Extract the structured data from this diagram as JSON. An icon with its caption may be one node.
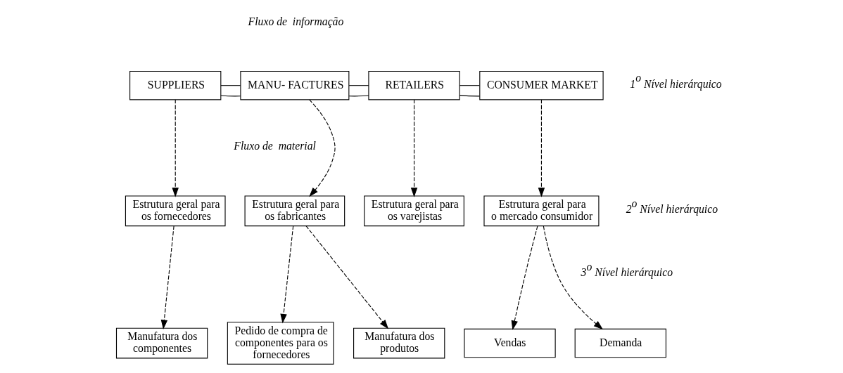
{
  "diagram": {
    "nodes": [
      {
        "text": [
          "SUPPLIERS"
        ]
      },
      {
        "text": [
          "MANU- FACTURES"
        ]
      },
      {
        "text": [
          "RETAILERS"
        ]
      },
      {
        "text": [
          "CONSUMER MARKET"
        ]
      },
      {
        "text": [
          "Estrutura geral para os fornecedores"
        ]
      },
      {
        "text": [
          "Estrutura geral para os fabricantes"
        ]
      },
      {
        "text": [
          "Estrutura geral para os varejistas"
        ]
      },
      {
        "text": [
          "Estrutura geral para o mercado consumidor"
        ]
      },
      {
        "text": [
          "Manufatura dos componentes"
        ]
      },
      {
        "text": [
          "Pedido de compra de componentes para os fornecedores"
        ]
      },
      {
        "text": [
          "Manufatura dos produtos"
        ]
      },
      {
        "text": [
          "Vendas"
        ]
      },
      {
        "text": [
          "Demanda"
        ]
      }
    ],
    "edges": [
      {
        "from": 0,
        "to": 1,
        "arrow": "none"
      },
      {
        "from": 0,
        "to": 1,
        "arrow": "none"
      },
      {
        "from": 1,
        "to": 2,
        "arrow": "none"
      },
      {
        "from": 1,
        "to": 2,
        "arrow": "none"
      },
      {
        "from": 2,
        "to": 3,
        "arrow": "none"
      },
      {
        "from": 2,
        "to": 3,
        "arrow": "none"
      },
      {
        "from": 0,
        "to": 4,
        "arrow": "to",
        "style": "dashed"
      },
      {
        "from": 1,
        "to": 5,
        "arrow": "to",
        "style": "dashed"
      },
      {
        "from": 2,
        "to": 6,
        "arrow": "to",
        "style": "dashed"
      },
      {
        "from": 3,
        "to": 7,
        "arrow": "to",
        "style": "dashed"
      },
      {
        "from": 4,
        "to": 8,
        "arrow": "to",
        "style": "dashed"
      },
      {
        "from": 5,
        "to": 9,
        "arrow": "to",
        "style": "dashed"
      },
      {
        "from": 5,
        "to": 10,
        "arrow": "to",
        "style": "dashed"
      },
      {
        "from": 7,
        "to": 11,
        "arrow": "to",
        "style": "dashed"
      },
      {
        "from": 7,
        "to": 12,
        "arrow": "to",
        "style": "dashed"
      }
    ],
    "labels": [
      "Fluxo de  informação",
      "1$^{o}$ Nível hierárquico",
      "Fluxo de  material",
      "2$^{o}$ Nível hierárquico",
      "3$^{o}$ Nível hierárquico"
    ]
  }
}
